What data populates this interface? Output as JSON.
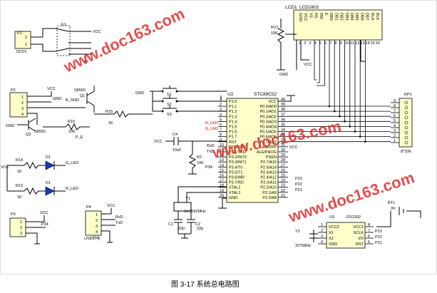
{
  "caption": "图 3-17  系统总电路图",
  "watermarks": [
    "www.doc163.com",
    "www.doc163.com",
    "www.doc163.com"
  ],
  "power_in": {
    "ref": "P1",
    "label": "DC5V",
    "switch": "K1",
    "vcc": "VCC",
    "pins": [
      "2",
      "1"
    ]
  },
  "p2": {
    "ref": "P2",
    "pins": [
      "1",
      "2",
      "3",
      "4"
    ],
    "vcc": "VCC",
    "gnd": "GND",
    "net": "B_GND"
  },
  "q1": {
    "ref": "Q1",
    "part": "S8550"
  },
  "q2": {
    "ref": "Q2",
    "part": "S8550",
    "gnd": "GND"
  },
  "r16": {
    "ref": "R16",
    "val": "10K",
    "net": "P_E"
  },
  "r15": {
    "ref": "R15",
    "val": "1K"
  },
  "leds": {
    "vcc_label": "VCC",
    "items": [
      {
        "r": "R14",
        "rv": "1K",
        "d": "D1",
        "net": "G_LED"
      },
      {
        "r": "R13",
        "rv": "1K",
        "d": "D1",
        "net": "R_LED"
      }
    ]
  },
  "p3": {
    "ref": "P3",
    "vcc": "VCC",
    "net": "P34",
    "pins": [
      "1",
      "2",
      "3"
    ]
  },
  "p4": {
    "ref": "P4",
    "vcc": "VCC",
    "rxd": "RxD",
    "txd": "TxD",
    "label": "USB供电",
    "pins": [
      "1",
      "2",
      "3",
      "4"
    ]
  },
  "switches": {
    "gnd": "GND",
    "items": [
      "S1",
      "S2",
      "S3"
    ]
  },
  "reset": {
    "c": "C4",
    "cv": "10uF",
    "r": "R2",
    "rv": "10K",
    "vcc": "VCC"
  },
  "crystal": {
    "ref": "Y1",
    "val": "11.0592MHz",
    "c1": "C1",
    "c1v": "22p",
    "c2": "C2",
    "c2v": "22p"
  },
  "mcu": {
    "ref": "U2",
    "part": "STC89C52",
    "left_pins": [
      {
        "n": "1",
        "name": "P1.0"
      },
      {
        "n": "2",
        "name": "P1.1"
      },
      {
        "n": "3",
        "name": "P1.2"
      },
      {
        "n": "4",
        "name": "P1.3"
      },
      {
        "n": "5",
        "name": "P1.4"
      },
      {
        "n": "6",
        "name": "P1.5"
      },
      {
        "n": "7",
        "name": "P1.6"
      },
      {
        "n": "8",
        "name": "P1.7"
      },
      {
        "n": "9",
        "name": "RST"
      },
      {
        "n": "10",
        "name": "P3.0/RXD"
      },
      {
        "n": "11",
        "name": "P3.1/TXD"
      },
      {
        "n": "12",
        "name": "P3.2/INT0"
      },
      {
        "n": "13",
        "name": "P3.3/INT1"
      },
      {
        "n": "14",
        "name": "P3.4/T0"
      },
      {
        "n": "15",
        "name": "P3.5/T1"
      },
      {
        "n": "16",
        "name": "P3.6/WR"
      },
      {
        "n": "17",
        "name": "P3.7/RD"
      },
      {
        "n": "18",
        "name": "XTAL2"
      },
      {
        "n": "19",
        "name": "XTAL1"
      },
      {
        "n": "20",
        "name": "GND"
      }
    ],
    "right_pins": [
      {
        "n": "40",
        "name": "VCC"
      },
      {
        "n": "39",
        "name": "P0.0/AD0"
      },
      {
        "n": "38",
        "name": "P0.1/AD1"
      },
      {
        "n": "37",
        "name": "P0.2/AD2"
      },
      {
        "n": "36",
        "name": "P0.3/AD3"
      },
      {
        "n": "35",
        "name": "P0.4/AD4"
      },
      {
        "n": "34",
        "name": "P0.5/AD5"
      },
      {
        "n": "33",
        "name": "P0.6/AD6"
      },
      {
        "n": "32",
        "name": "P0.7/AD7"
      },
      {
        "n": "31",
        "name": "EA/VPP"
      },
      {
        "n": "30",
        "name": "ALE/PROG"
      },
      {
        "n": "29",
        "name": "PSEN"
      },
      {
        "n": "28",
        "name": "P2.7/A15"
      },
      {
        "n": "27",
        "name": "P2.6/A14"
      },
      {
        "n": "26",
        "name": "P2.5/A13"
      },
      {
        "n": "25",
        "name": "P2.4/A12"
      },
      {
        "n": "24",
        "name": "P2.3/A11"
      },
      {
        "n": "23",
        "name": "P2.2/A10"
      },
      {
        "n": "22",
        "name": "P2.1/A9"
      },
      {
        "n": "21",
        "name": "P2.0/A8"
      }
    ],
    "left_nets": {
      "r_led": "R_LED",
      "g_led": "G_LED",
      "rxd": "RxD",
      "txd": "TxD",
      "p34": "P34"
    },
    "right_nets": {
      "vcc": "VCC",
      "p23": "P23",
      "p22": "P22",
      "p21": "P21"
    }
  },
  "lcd": {
    "ref": "LCD1",
    "part": "LCD1602",
    "pins": [
      "GND",
      "VCC",
      "V0",
      "RS",
      "RW",
      "E",
      "DB0",
      "DB1",
      "DB2",
      "DB3",
      "DB4",
      "DB5",
      "DB6",
      "DB7",
      "BLA",
      "BLK"
    ],
    "nums": [
      "1",
      "2",
      "3",
      "4",
      "5",
      "6",
      "7",
      "8",
      "9",
      "10",
      "11",
      "12",
      "13",
      "14",
      "15",
      "16"
    ],
    "pot": "RV1",
    "potv": "10K",
    "vcc": "VCC",
    "gnd": "GND"
  },
  "rp1": {
    "ref": "RP1",
    "val": "8*10K",
    "pins": [
      "9",
      "8",
      "7",
      "6",
      "5",
      "4",
      "3",
      "2",
      "1"
    ],
    "vcc": "VCC"
  },
  "rtc": {
    "ref": "U3",
    "part": "DS1302",
    "left": [
      "VCC2",
      "X1",
      "X2",
      "GND"
    ],
    "right": [
      "VCC1",
      "SCLK",
      "I/O",
      "RST"
    ],
    "lnums": [
      "1",
      "2",
      "3",
      "4"
    ],
    "rnums": [
      "8",
      "7",
      "6",
      "5"
    ],
    "nets": [
      "P23",
      "P22",
      "P21"
    ]
  },
  "y2": {
    "ref": "Y2",
    "val": "32768Hz"
  },
  "bt1": {
    "ref": "BT1",
    "val": "3V"
  }
}
